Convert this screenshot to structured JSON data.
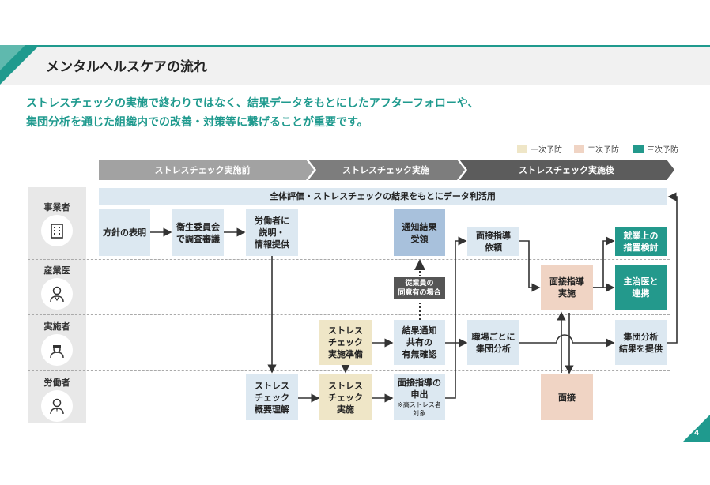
{
  "header": {
    "title": "メンタルヘルスケアの流れ"
  },
  "lead": {
    "line1": "ストレスチェックの実施で終わりではなく、結果データをもとにしたアフターフォローや、",
    "line2": "集団分析を通じた組織内での改善・対策等に繋げることが重要です。"
  },
  "legend": [
    {
      "label": "一次予防",
      "color": "#efe6c7"
    },
    {
      "label": "二次予防",
      "color": "#f0d4c4"
    },
    {
      "label": "三次予防",
      "color": "#23998c"
    }
  ],
  "stages": [
    "ストレスチェック実施前",
    "ストレスチェック実施",
    "ストレスチェック実施後"
  ],
  "actors": [
    {
      "label": "事業者",
      "icon": "building-icon"
    },
    {
      "label": "産業医",
      "icon": "doctor-icon"
    },
    {
      "label": "実施者",
      "icon": "nurse-icon"
    },
    {
      "label": "労働者",
      "icon": "worker-icon"
    }
  ],
  "top_bar": "全体評価・ストレスチェックの結果をもとにデータ利活用",
  "boxes": {
    "policy": "方針の表明",
    "committee": "衛生委員会\nで調査審議",
    "explain": "労働者に\n説明・\n情報提供",
    "notify_receive": "通知結果\n受領",
    "consent": "従業員の\n同意有の場合",
    "prepare": "ストレス\nチェック\n実施準備",
    "share_check": "結果通知\n共有の\n有無確認",
    "understand": "ストレス\nチェック\n概要理解",
    "implement": "ストレス\nチェック\n実施",
    "apply": "面接指導の\n申出",
    "apply_note": "※高ストレス者\n対象",
    "request": "面接指導\n依頼",
    "group_analysis": "職場ごとに\n集団分析",
    "interview_do": "面接指導\n実施",
    "interview": "面接",
    "work_measure": "就業上の\n措置検討",
    "doctor_link": "主治医と\n連携",
    "provide_result": "集団分析\n結果を提供"
  },
  "page_number": "4"
}
